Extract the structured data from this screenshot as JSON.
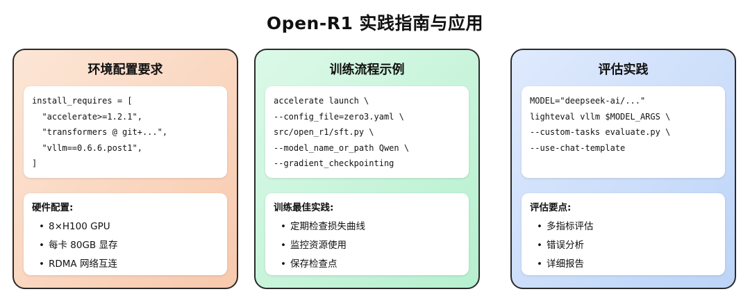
{
  "title": "Open-R1 实践指南与应用",
  "panels": [
    {
      "title": "环境配置要求",
      "code": [
        "install_requires = [",
        "  \"accelerate>=1.2.1\",",
        "  \"transformers @ git+...\",",
        "  \"vllm==0.6.6.post1\",",
        "]"
      ],
      "notes_heading": "硬件配置:",
      "bullets": [
        "8×H100 GPU",
        "每卡 80GB 显存",
        "RDMA 网络互连"
      ],
      "colors": {
        "start": "#fce6d6",
        "end": "#f8c9ad"
      }
    },
    {
      "title": "训练流程示例",
      "code": [
        "accelerate launch \\",
        "--config_file=zero3.yaml \\",
        "src/open_r1/sft.py \\",
        "--model_name_or_path Qwen \\",
        "--gradient_checkpointing"
      ],
      "notes_heading": "训练最佳实践:",
      "bullets": [
        "定期检查损失曲线",
        "监控资源使用",
        "保存检查点"
      ],
      "colors": {
        "start": "#dcf9e8",
        "end": "#b6f0cf"
      }
    },
    {
      "title": "评估实践",
      "code": [
        "MODEL=\"deepseek-ai/...\"",
        "lighteval vllm $MODEL_ARGS \\",
        "--custom-tasks evaluate.py \\",
        "--use-chat-template"
      ],
      "notes_heading": "评估要点:",
      "bullets": [
        "多指标评估",
        "错误分析",
        "详细报告"
      ],
      "colors": {
        "start": "#dfeafd",
        "end": "#bcd4f8"
      }
    }
  ]
}
